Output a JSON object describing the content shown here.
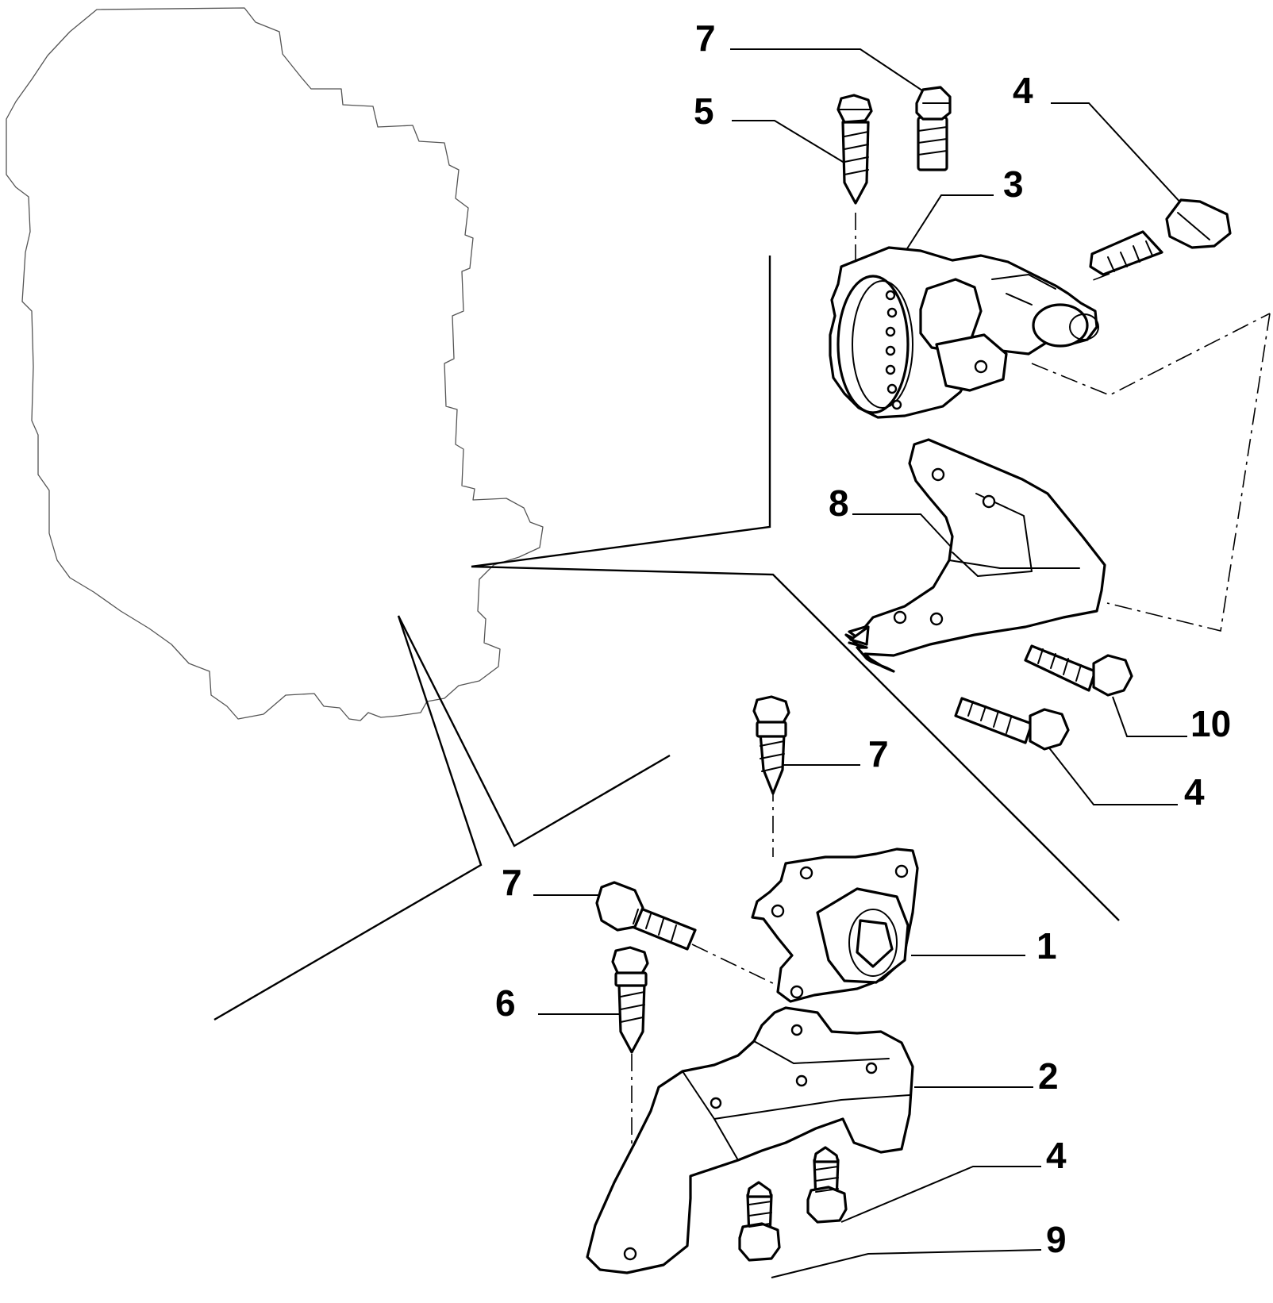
{
  "diagram": {
    "callouts": [
      {
        "id": "c7-top",
        "text": "7"
      },
      {
        "id": "c5",
        "text": "5"
      },
      {
        "id": "c4-top",
        "text": "4"
      },
      {
        "id": "c3",
        "text": "3"
      },
      {
        "id": "c8",
        "text": "8"
      },
      {
        "id": "c10",
        "text": "10"
      },
      {
        "id": "c4-mid",
        "text": "4"
      },
      {
        "id": "c7-mid",
        "text": "7"
      },
      {
        "id": "c7-left",
        "text": "7"
      },
      {
        "id": "c1",
        "text": "1"
      },
      {
        "id": "c6",
        "text": "6"
      },
      {
        "id": "c2",
        "text": "2"
      },
      {
        "id": "c4-bot",
        "text": "4"
      },
      {
        "id": "c9",
        "text": "9"
      }
    ],
    "colors": {
      "ink": "#000000",
      "background": "#ffffff",
      "engine_outline": "#555555"
    }
  }
}
